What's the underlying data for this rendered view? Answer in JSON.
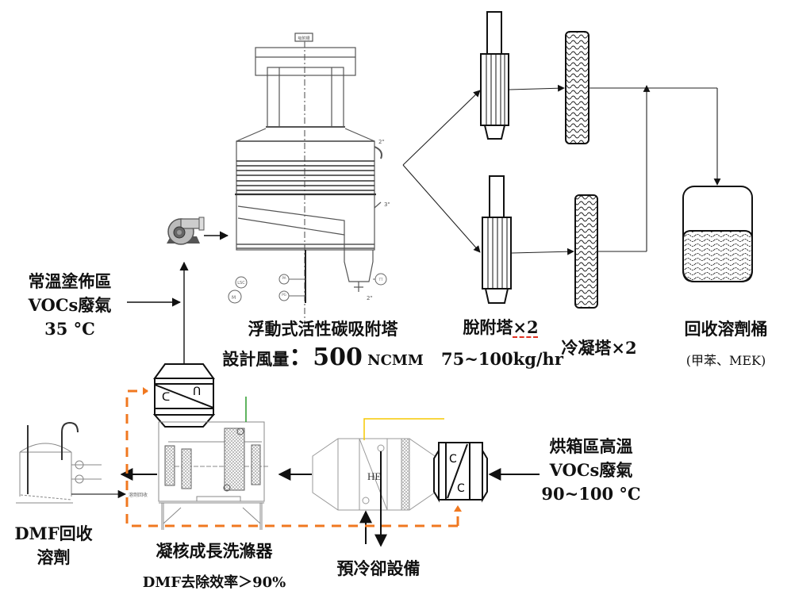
{
  "diagram": {
    "title": "VOCs / DMF treatment and solvent recovery process flow",
    "colors": {
      "line": "#111111",
      "drawing_gray": "#8a8a8a",
      "dashed_flow": "#f07820",
      "hot_water_line": "#f5c800",
      "green_line": "#2a9a2a"
    },
    "labels": {
      "ambient_source": {
        "line1": "常溫塗佈區",
        "line2": "VOCs廢氣",
        "line3": "35 °C"
      },
      "adsorber": {
        "line1": "浮動式活性碳吸附塔",
        "line2_prefix": "設計風量",
        "line2_colon": "：",
        "line2_value": "500",
        "line2_unit": " NCMM"
      },
      "desorber": {
        "line1_text": "脫附塔",
        "line1_mult": "×2",
        "line2": "75~100kg/hr"
      },
      "condenser": {
        "line1": "冷凝塔×2"
      },
      "recovery_tank": {
        "line1": "回收溶劑桶",
        "line2": "(甲苯、MEK)"
      },
      "oven_source": {
        "line1": "烘箱區高溫",
        "line2": "VOCs廢氣",
        "line3": "90~100 °C"
      },
      "dmf_recovery": {
        "line1": "DMF回收",
        "line2": "溶劑"
      },
      "scrubber": {
        "line1": "凝核成長洗滌器",
        "line2": "DMF去除效率＞90%"
      },
      "precooler": {
        "line1": "預冷卻設備"
      },
      "heat_exchanger_tag": "HE",
      "condenser_tag": "C",
      "tower_top_tag": "吸附槽",
      "recovery_pipe_tag": "溶劑回收",
      "instrument_tags": [
        "LSC",
        "PA",
        "PG",
        "TT",
        "M"
      ],
      "nozzle_tags": [
        "2\"",
        "3\"",
        "2\""
      ]
    }
  }
}
